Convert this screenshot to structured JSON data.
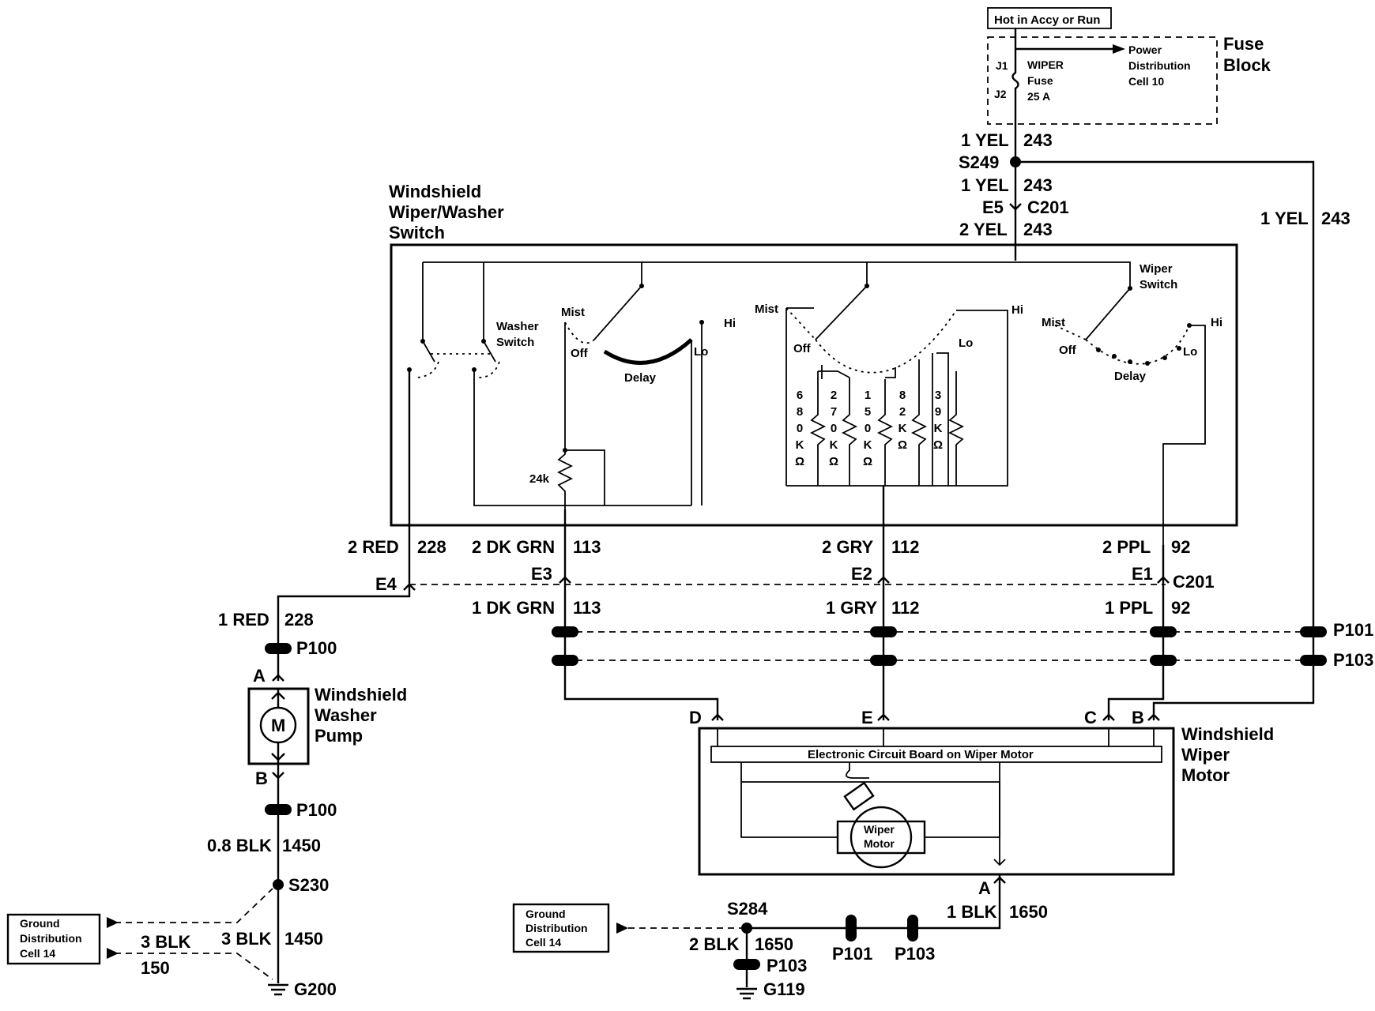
{
  "fuse_block": {
    "source": "Hot in Accy or Run",
    "title_line1": "Fuse",
    "title_line2": "Block",
    "j1": "J1",
    "j2": "J2",
    "fuse_line1": "WIPER",
    "fuse_line2": "Fuse",
    "fuse_line3": "25 A",
    "pd_line1": "Power",
    "pd_line2": "Distribution",
    "pd_line3": "Cell 10"
  },
  "wires": {
    "yel1_a": "1 YEL",
    "c243_a": "243",
    "s249": "S249",
    "yel1_b": "1 YEL",
    "c243_b": "243",
    "e5": "E5",
    "c201_top": "C201",
    "yel2": "2 YEL",
    "c243_c": "243",
    "yel1_right": "1 YEL",
    "c243_right": "243",
    "red2": "2 RED",
    "c228_a": "228",
    "dkgrn2": "2 DK GRN",
    "c113_a": "113",
    "gry2": "2 GRY",
    "c112_a": "112",
    "ppl2": "2 PPL",
    "c92_a": "92",
    "e4": "E4",
    "e3": "E3",
    "e2": "E2",
    "e1": "E1",
    "c201_mid": "C201",
    "red1": "1 RED",
    "c228_b": "228",
    "dkgrn1": "1 DK GRN",
    "c113_b": "113",
    "gry1": "1 GRY",
    "c112_b": "112",
    "ppl1": "1 PPL",
    "c92_b": "92",
    "p100_a": "P100",
    "p100_b": "P100",
    "p101_r": "P101",
    "p103_r": "P103",
    "pin_a": "A",
    "pin_b": "B",
    "blk08": "0.8 BLK",
    "c1450_a": "1450",
    "s230": "S230",
    "blk3_a": "3 BLK",
    "c150": "150",
    "blk3_b": "3 BLK",
    "c1450_b": "1450",
    "g200": "G200",
    "pin_d": "D",
    "pin_e": "E",
    "pin_c": "C",
    "pin_b2": "B",
    "pin_a2": "A",
    "blk1": "1 BLK",
    "c1650_a": "1650",
    "s284": "S284",
    "blk2": "2 BLK",
    "c1650_b": "1650",
    "p103_b": "P103",
    "g119": "G119",
    "p101_b": "P101",
    "p103_c": "P103"
  },
  "switch": {
    "title_line1": "Windshield",
    "title_line2": "Wiper/Washer",
    "title_line3": "Switch",
    "washer_line1": "Washer",
    "washer_line2": "Switch",
    "wiper_line1": "Wiper",
    "wiper_line2": "Switch",
    "mist1": "Mist",
    "off1": "Off",
    "delay1": "Delay",
    "hi1": "Hi",
    "lo1": "Lo",
    "mist2": "Mist",
    "off2": "Off",
    "hi2": "Hi",
    "lo2": "Lo",
    "mist3": "Mist",
    "off3": "Off",
    "delay3": "Delay",
    "hi3": "Hi",
    "lo3": "Lo",
    "r24k": "24k",
    "resistors": [
      [
        "6",
        "8",
        "0",
        "K",
        "Ω"
      ],
      [
        "2",
        "7",
        "0",
        "K",
        "Ω"
      ],
      [
        "1",
        "5",
        "0",
        "K",
        "Ω"
      ],
      [
        "8",
        "2",
        "K",
        "Ω"
      ],
      [
        "3",
        "9",
        "K",
        "Ω"
      ]
    ]
  },
  "pump": {
    "title_line1": "Windshield",
    "title_line2": "Washer",
    "title_line3": "Pump",
    "m": "M"
  },
  "wiper_motor": {
    "title_line1": "Windshield",
    "title_line2": "Wiper",
    "title_line3": "Motor",
    "board": "Electronic Circuit Board on Wiper Motor",
    "motor_line1": "Wiper",
    "motor_line2": "Motor"
  },
  "ground_left": {
    "line1": "Ground",
    "line2": "Distribution",
    "line3": "Cell 14"
  },
  "ground_right": {
    "line1": "Ground",
    "line2": "Distribution",
    "line3": "Cell 14"
  }
}
